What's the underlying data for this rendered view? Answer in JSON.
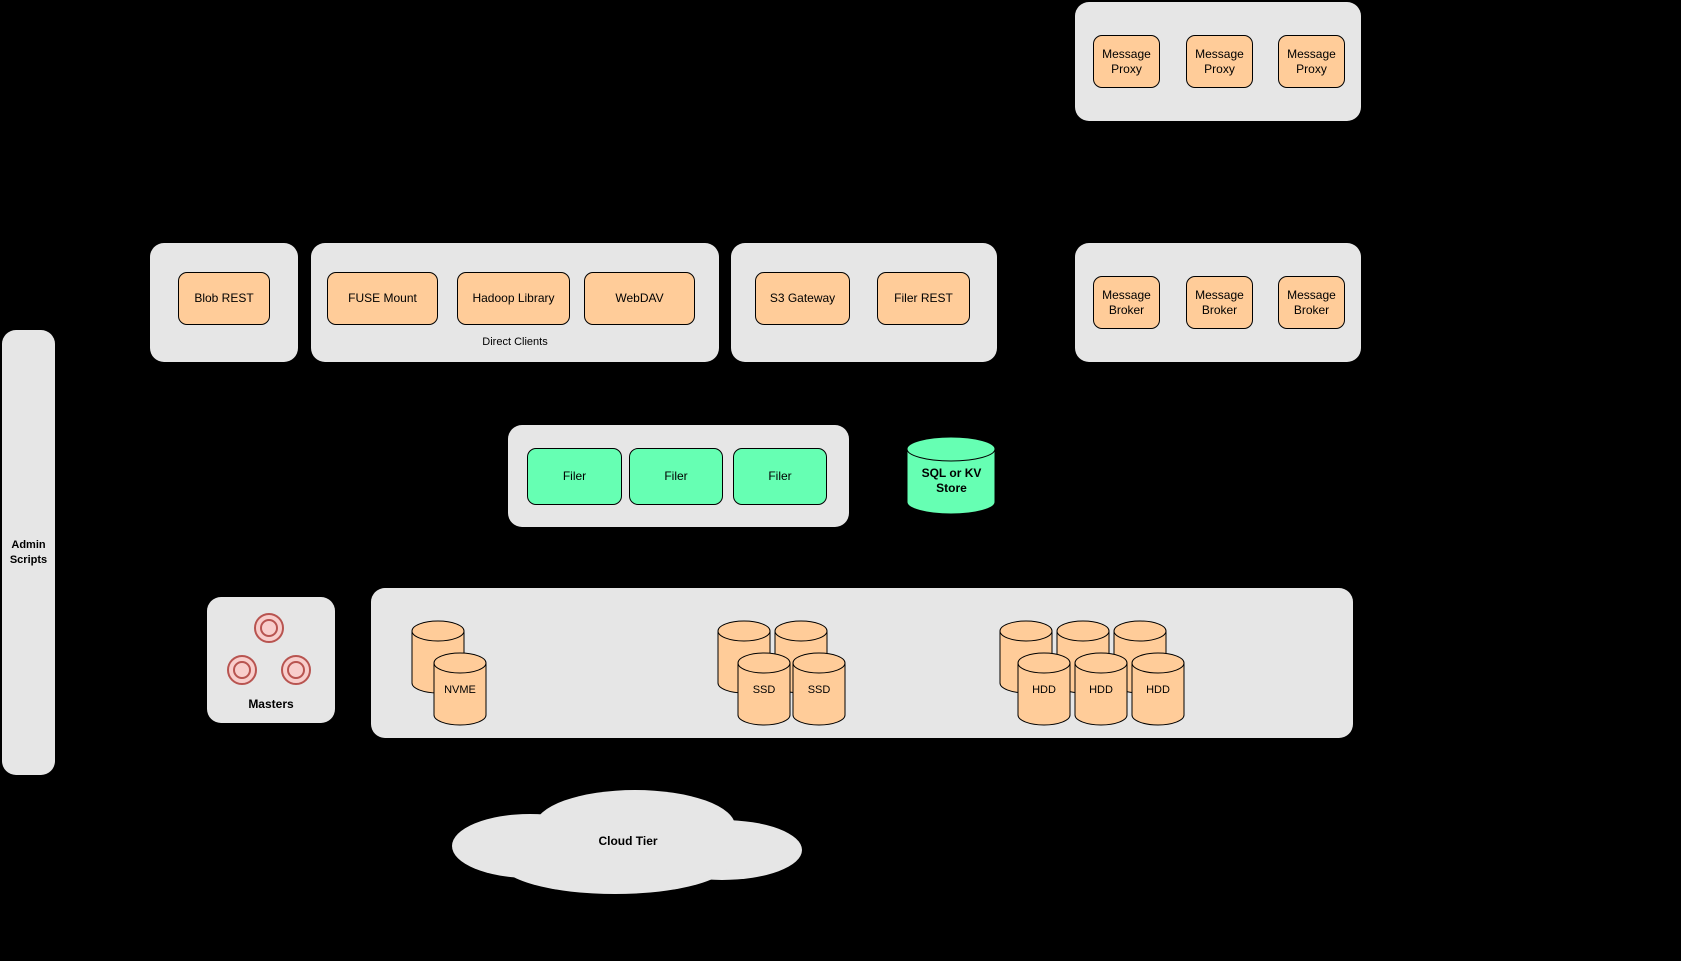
{
  "colors": {
    "bg": "#000000",
    "container": "#e6e6e6",
    "node-orange": "#ffcc99",
    "node-green": "#66ffb3",
    "master-pink": "#f8cecc",
    "master-ring": "#b85450"
  },
  "admin": {
    "label": "Admin Scripts"
  },
  "proxies": {
    "items": [
      "Message Proxy",
      "Message Proxy",
      "Message Proxy"
    ]
  },
  "blob": {
    "label": "Blob REST"
  },
  "direct_clients": {
    "caption": "Direct Clients",
    "items": [
      "FUSE Mount",
      "Hadoop Library",
      "WebDAV"
    ]
  },
  "gateways": {
    "items": [
      "S3 Gateway",
      "Filer REST"
    ]
  },
  "brokers": {
    "items": [
      "Message Broker",
      "Message Broker",
      "Message Broker"
    ]
  },
  "filers": {
    "items": [
      "Filer",
      "Filer",
      "Filer"
    ]
  },
  "sql_store": {
    "label": "SQL or KV Store"
  },
  "masters": {
    "label": "Masters"
  },
  "volumes": {
    "nvme": {
      "label": "NVME"
    },
    "ssd": {
      "labels": [
        "SSD",
        "SSD"
      ]
    },
    "hdd": {
      "labels": [
        "HDD",
        "HDD",
        "HDD"
      ]
    }
  },
  "cloud": {
    "label": "Cloud Tier"
  }
}
